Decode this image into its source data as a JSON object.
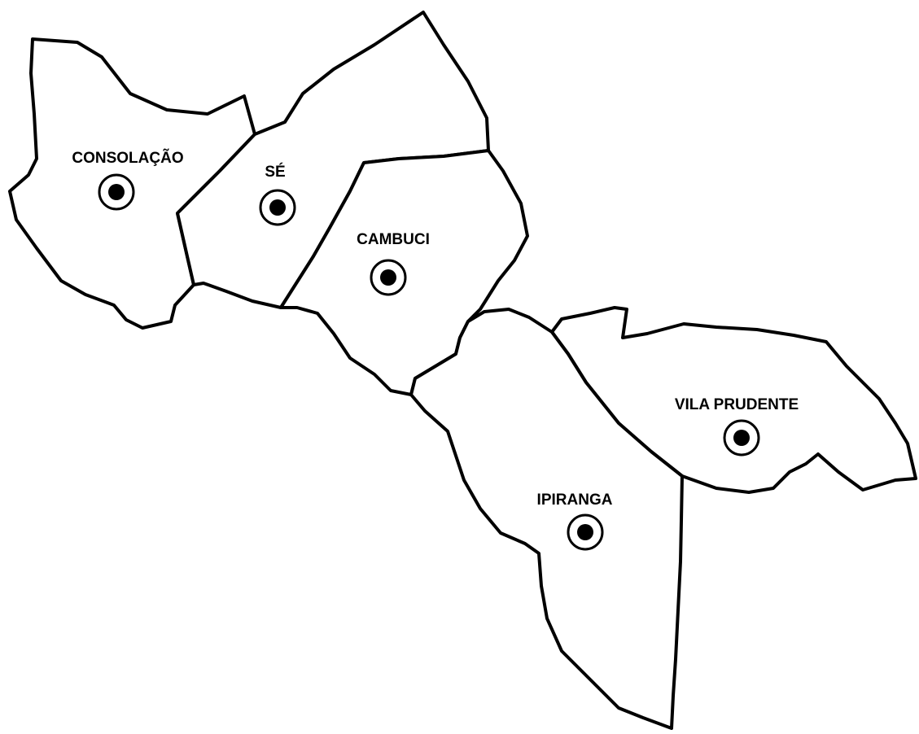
{
  "map": {
    "districts": [
      {
        "key": "consolacao",
        "label": "CONSOLAÇÃO"
      },
      {
        "key": "se",
        "label": "SÉ"
      },
      {
        "key": "cambuci",
        "label": "CAMBUCI"
      },
      {
        "key": "ipiranga",
        "label": "IPIRANGA"
      },
      {
        "key": "vila_prudente",
        "label": "VILA PRUDENTE"
      }
    ],
    "colors": {
      "outline": "#000000",
      "fill": "#ffffff"
    }
  }
}
